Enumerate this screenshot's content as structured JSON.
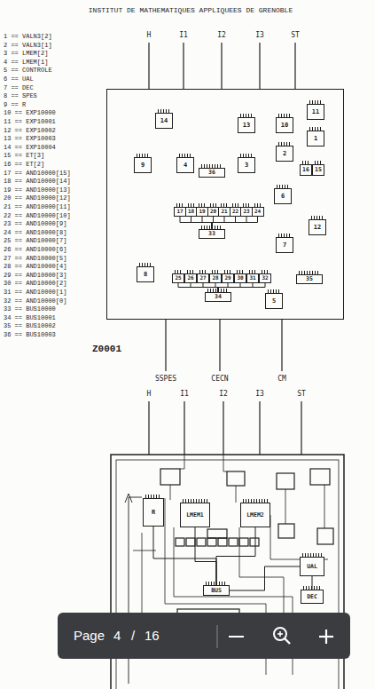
{
  "diagram": {
    "title": "INSTITUT DE MATHEMATIQUES APPLIQUEES DE GRENOBLE",
    "nodes": [
      {
        "text": [
          "Z0001"
        ]
      },
      {
        "text": [
          "14"
        ],
        "in": 0
      },
      {
        "text": [
          "13"
        ],
        "in": 0
      },
      {
        "text": [
          "10"
        ],
        "in": 0
      },
      {
        "text": [
          "11"
        ],
        "in": 0
      },
      {
        "text": [
          "1"
        ],
        "in": 0
      },
      {
        "text": [
          "2"
        ],
        "in": 0
      },
      {
        "text": [
          "16"
        ],
        "in": 0
      },
      {
        "text": [
          "15"
        ],
        "in": 0
      },
      {
        "text": [
          "9"
        ],
        "in": 0
      },
      {
        "text": [
          "4"
        ],
        "in": 0
      },
      {
        "text": [
          "36"
        ],
        "in": 0
      },
      {
        "text": [
          "3"
        ],
        "in": 0
      },
      {
        "text": [
          "6"
        ],
        "in": 0
      },
      {
        "text": [
          "17"
        ],
        "in": 0
      },
      {
        "text": [
          "18"
        ],
        "in": 0
      },
      {
        "text": [
          "19"
        ],
        "in": 0
      },
      {
        "text": [
          "20"
        ],
        "in": 0
      },
      {
        "text": [
          "21"
        ],
        "in": 0
      },
      {
        "text": [
          "22"
        ],
        "in": 0
      },
      {
        "text": [
          "23"
        ],
        "in": 0
      },
      {
        "text": [
          "24"
        ],
        "in": 0
      },
      {
        "text": [
          "33"
        ],
        "in": 0
      },
      {
        "text": [
          "12"
        ],
        "in": 0
      },
      {
        "text": [
          "7"
        ],
        "in": 0
      },
      {
        "text": [
          "8"
        ],
        "in": 0
      },
      {
        "text": [
          "25"
        ],
        "in": 0
      },
      {
        "text": [
          "26"
        ],
        "in": 0
      },
      {
        "text": [
          "27"
        ],
        "in": 0
      },
      {
        "text": [
          "28"
        ],
        "in": 0
      },
      {
        "text": [
          "29"
        ],
        "in": 0
      },
      {
        "text": [
          "30"
        ],
        "in": 0
      },
      {
        "text": [
          "31"
        ],
        "in": 0
      },
      {
        "text": [
          "32"
        ],
        "in": 0
      },
      {
        "text": [
          "35"
        ],
        "in": 0
      },
      {
        "text": [
          "34"
        ],
        "in": 0
      },
      {
        "text": [
          "5"
        ],
        "in": 0
      },
      {
        "text": [
          "R"
        ]
      },
      {
        "text": [
          "LMEM1"
        ]
      },
      {
        "text": [
          "LMEM2"
        ]
      },
      {
        "text": [
          "BUS"
        ]
      },
      {
        "text": [
          "UAL"
        ]
      },
      {
        "text": [
          "DEC"
        ]
      }
    ],
    "edges": [
      {
        "from": 14,
        "to": 22,
        "arrow": "none"
      },
      {
        "from": 15,
        "to": 22,
        "arrow": "none"
      },
      {
        "from": 16,
        "to": 22,
        "arrow": "none"
      },
      {
        "from": 17,
        "to": 22,
        "arrow": "none"
      },
      {
        "from": 18,
        "to": 22,
        "arrow": "none"
      },
      {
        "from": 19,
        "to": 22,
        "arrow": "none"
      },
      {
        "from": 20,
        "to": 22,
        "arrow": "none"
      },
      {
        "from": 21,
        "to": 22,
        "arrow": "none"
      },
      {
        "from": 26,
        "to": 35,
        "arrow": "none"
      },
      {
        "from": 27,
        "to": 35,
        "arrow": "none"
      },
      {
        "from": 28,
        "to": 35,
        "arrow": "none"
      },
      {
        "from": 29,
        "to": 35,
        "arrow": "none"
      },
      {
        "from": 30,
        "to": 35,
        "arrow": "none"
      },
      {
        "from": 31,
        "to": 35,
        "arrow": "none"
      },
      {
        "from": 32,
        "to": 35,
        "arrow": "none"
      },
      {
        "from": 33,
        "to": 35,
        "arrow": "none"
      },
      {
        "from": 37,
        "to": 40,
        "arrow": "none"
      },
      {
        "from": 38,
        "to": 40,
        "arrow": "none"
      },
      {
        "from": 39,
        "to": 40,
        "arrow": "none"
      },
      {
        "from": 40,
        "to": 41,
        "arrow": "none"
      },
      {
        "from": 41,
        "to": 42,
        "arrow": "none"
      }
    ],
    "labels": [
      "INSTITUT DE MATHEMATIQUES APPLIQUEES DE GRENOBLE",
      "1 == VALN3[2]",
      "2 == VALN3[1]",
      "3 == LMEM[2]",
      "4 == LMEM[1]",
      "5 == CONTROLE",
      "6 == UAL",
      "7 == DEC",
      "8 == SPES",
      "9 == R",
      "10 == EXP10000",
      "11 == EXP10001",
      "12 == EXP10002",
      "13 == EXP10003",
      "14 == EXP10004",
      "15 == ET[3]",
      "16 == ET[2]",
      "17 == AND10000[15]",
      "18 == AND10000[14]",
      "19 == AND10000[13]",
      "20 == AND10000[12]",
      "21 == AND10000[11]",
      "22 == AND10000[10]",
      "23 == AND10000[9]",
      "24 == AND10000[8]",
      "25 == AND10000[7]",
      "26 == AND10000[6]",
      "27 == AND10000[5]",
      "28 == AND10000[4]",
      "29 == AND10000[3]",
      "30 == AND10000[2]",
      "31 == AND10000[1]",
      "32 == AND10000[0]",
      "33 == BUS10000",
      "34 == BUS10001",
      "35 == BUS10002",
      "36 == BUS10003",
      "H",
      "I1",
      "I2",
      "I3",
      "ST",
      "SSPES",
      "CECN",
      "CM",
      "H",
      "I1",
      "I2",
      "I3",
      "ST",
      "Page",
      "4",
      "/",
      "16"
    ]
  }
}
